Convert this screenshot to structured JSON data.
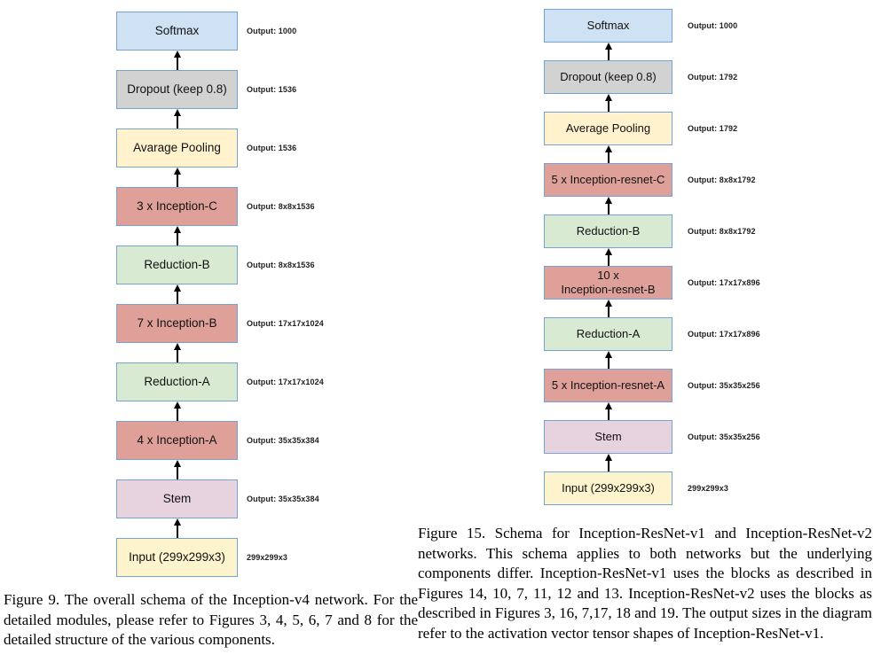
{
  "colors": {
    "border": "#76a3d6",
    "softmax": "#cfe2f3",
    "dropout": "#d2d2d2",
    "pooling": "#fff2cc",
    "inception": "#dfa099",
    "reduction": "#d9ead3",
    "stem": "#e6d3de",
    "input": "#fdf3cd"
  },
  "figure9": {
    "caption": "Figure 9. The overall schema of the Inception-v4 network. For the detailed modules, please refer to Figures 3, 4, 5, 6, 7 and 8 for the detailed structure of the various components.",
    "nodes": [
      {
        "label": "Softmax",
        "output": "Output: 1000"
      },
      {
        "label": "Dropout (keep 0.8)",
        "output": "Output: 1536"
      },
      {
        "label": "Avarage Pooling",
        "output": "Output: 1536"
      },
      {
        "label": "3 x Inception-C",
        "output": "Output: 8x8x1536"
      },
      {
        "label": "Reduction-B",
        "output": "Output: 8x8x1536"
      },
      {
        "label": "7 x Inception-B",
        "output": "Output: 17x17x1024"
      },
      {
        "label": "Reduction-A",
        "output": "Output: 17x17x1024"
      },
      {
        "label": "4 x Inception-A",
        "output": "Output: 35x35x384"
      },
      {
        "label": "Stem",
        "output": "Output: 35x35x384"
      },
      {
        "label": "Input (299x299x3)",
        "output": "299x299x3"
      }
    ]
  },
  "figure15": {
    "caption": "Figure 15. Schema for Inception-ResNet-v1 and Inception-ResNet-v2 networks. This schema applies to both networks but the underlying components differ. Inception-ResNet-v1 uses the blocks as described in Figures 14, 10, 7, 11, 12 and 13. Inception-ResNet-v2 uses the blocks as described in Figures 3, 16, 7,17, 18 and 19. The output sizes in the diagram refer to the activation vector tensor shapes of Inception-ResNet-v1.",
    "nodes": [
      {
        "label": "Softmax",
        "output": "Output: 1000"
      },
      {
        "label": "Dropout (keep 0.8)",
        "output": "Output: 1792"
      },
      {
        "label": "Average Pooling",
        "output": "Output: 1792"
      },
      {
        "label": "5 x Inception-resnet-C",
        "output": "Output: 8x8x1792"
      },
      {
        "label": "Reduction-B",
        "output": "Output: 8x8x1792"
      },
      {
        "label": "10 x\nInception-resnet-B",
        "output": "Output: 17x17x896"
      },
      {
        "label": "Reduction-A",
        "output": "Output: 17x17x896"
      },
      {
        "label": "5 x Inception-resnet-A",
        "output": "Output: 35x35x256"
      },
      {
        "label": "Stem",
        "output": "Output: 35x35x256"
      },
      {
        "label": "Input (299x299x3)",
        "output": "299x299x3"
      }
    ]
  }
}
